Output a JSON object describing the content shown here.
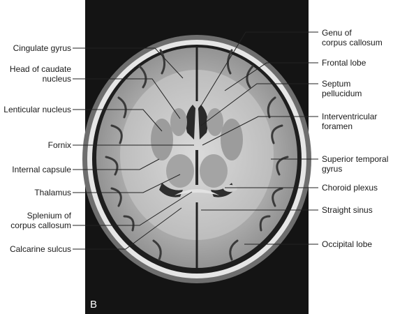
{
  "figure": {
    "panel_letter": "B",
    "image": "axial T1-weighted MRI brain slice"
  },
  "labels_left": {
    "cingulate_gyrus": "Cingulate gyrus",
    "head_caudate": "Head of caudate\nnucleus",
    "lenticular_nucleus": "Lenticular nucleus",
    "fornix": "Fornix",
    "internal_capsule": "Internal capsule",
    "thalamus": "Thalamus",
    "splenium": "Splenium of\ncorpus callosum",
    "calcarine_sulcus": "Calcarine sulcus"
  },
  "labels_right": {
    "genu": "Genu of\ncorpus callosum",
    "frontal_lobe": "Frontal lobe",
    "septum": "Septum\npellucidum",
    "interventricular": "Interventricular\nforamen",
    "sup_temporal": "Superior temporal\ngyrus",
    "choroid_plexus": "Choroid plexus",
    "straight_sinus": "Straight sinus",
    "occipital_lobe": "Occipital lobe"
  }
}
